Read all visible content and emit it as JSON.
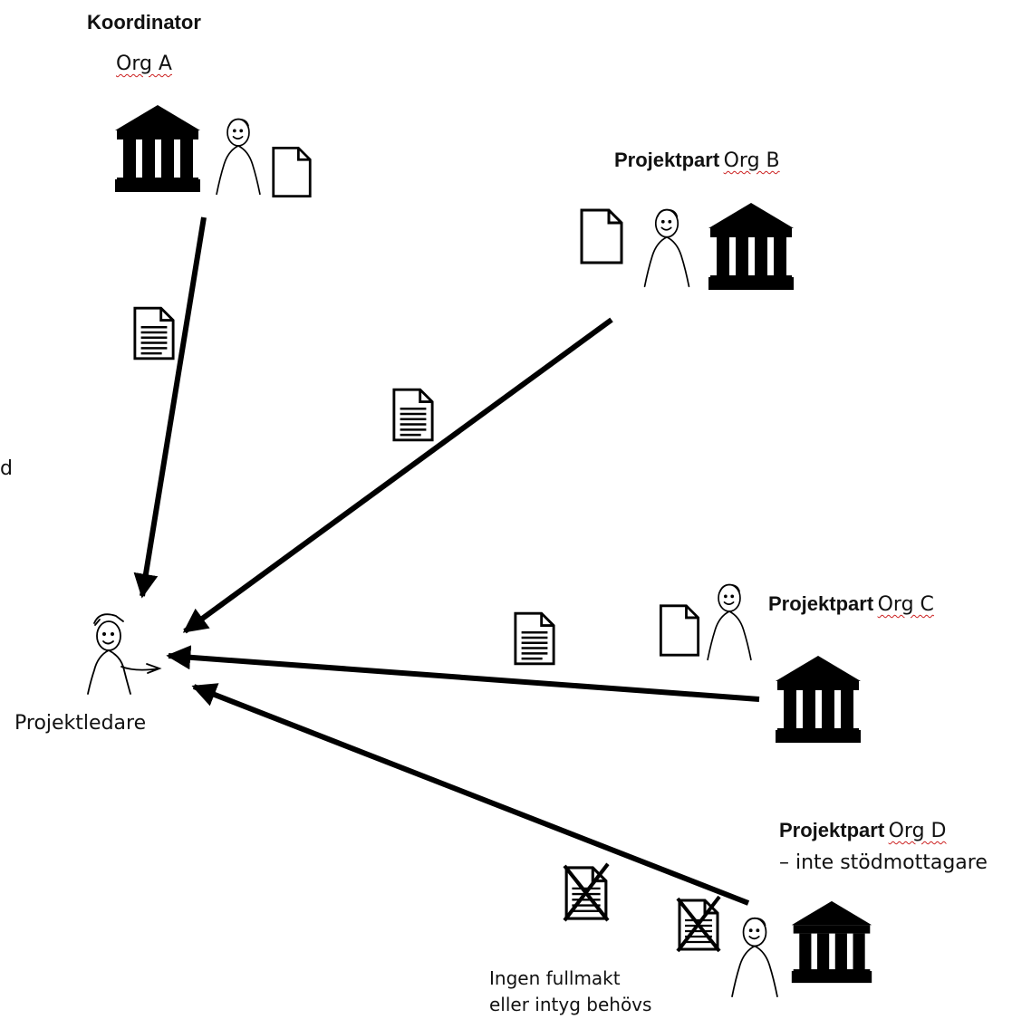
{
  "nodes": {
    "org_a": {
      "role": "Koordinator",
      "org": "Org A"
    },
    "org_b": {
      "role": "Projektpart",
      "org": "Org B"
    },
    "org_c": {
      "role": "Projektpart",
      "org": "Org C"
    },
    "org_d": {
      "role": "Projektpart",
      "org": "Org D",
      "note": "– inte stödmottagare"
    },
    "project_leader": {
      "label": "Projektledare"
    }
  },
  "left_edge_fragment": "d",
  "no_document_note": {
    "line1": "Ingen fullmakt",
    "line2": "eller intyg behövs"
  },
  "icons": [
    "institution-icon",
    "person-icon",
    "document-icon",
    "document-lines-icon",
    "crossed-document-icon"
  ]
}
